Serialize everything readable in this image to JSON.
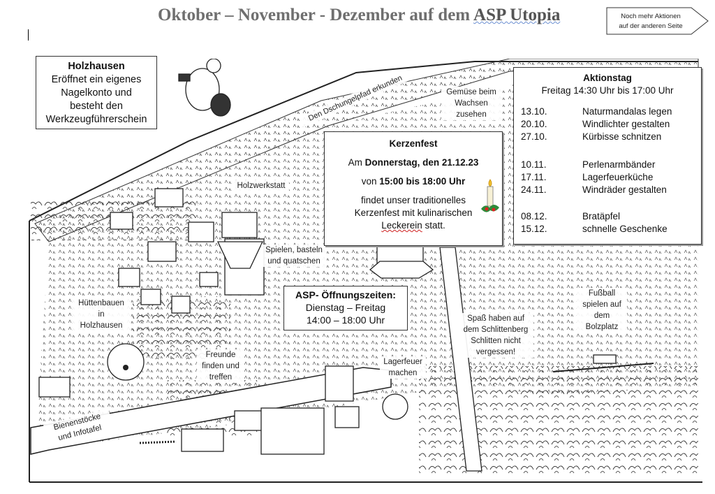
{
  "header": {
    "title_main": "Oktober – November - Dezember auf dem ",
    "title_asp": "ASP Utopia",
    "note_line1": "Noch mehr Aktionen",
    "note_line2": "auf der anderen Seite"
  },
  "holzhausen": {
    "title": "Holzhausen",
    "lines": [
      "Eröffnet ein eigenes",
      "Nagelkonto und",
      "besteht den",
      "Werkzeugführerschein"
    ]
  },
  "kerzenfest": {
    "title": "Kerzenfest",
    "date_prefix": "Am ",
    "date_bold": "Donnerstag, den 21.12.23",
    "time_prefix": "von ",
    "time_bold": "15:00 bis 18:00 Uhr",
    "text1": "findet unser traditionelles",
    "text2": "Kerzenfest mit kulinarischen",
    "text3_a": "Leckerein",
    "text3_b": " statt."
  },
  "aktionstag": {
    "title": "Aktionstag",
    "subtitle": "Freitag 14:30 Uhr bis 17:00 Uhr",
    "events": [
      {
        "date": "13.10.",
        "name": "Naturmandalas legen"
      },
      {
        "date": "20.10.",
        "name": "Windlichter gestalten"
      },
      {
        "date": "27.10.",
        "name": "Kürbisse schnitzen"
      },
      {
        "date": "10.11.",
        "name": "Perlenarmbänder"
      },
      {
        "date": "17.11.",
        "name": "Lagerfeuerküche"
      },
      {
        "date": "24.11.",
        "name": "Windräder gestalten"
      },
      {
        "date": "08.12.",
        "name": "Bratäpfel"
      },
      {
        "date": "15.12.",
        "name": "schnelle Geschenke"
      }
    ]
  },
  "oeffnungszeiten": {
    "title": "ASP- Öffnungszeiten:",
    "days": "Dienstag – Freitag",
    "hours": "14:00 – 18:00 Uhr"
  },
  "map_labels": {
    "dschungel": "Den Dschungelpfad erkunden",
    "gemuese": [
      "Gemüse beim",
      "Wachsen",
      "zusehen"
    ],
    "holzwerkstatt": "Holzwerkstatt",
    "spielen": [
      "Spielen, basteln",
      "und quatschen"
    ],
    "huettenbauen": [
      "Hüttenbauen",
      "in",
      "Holzhausen"
    ],
    "freunde": [
      "Freunde",
      "finden und",
      "treffen"
    ],
    "lagerfeuer": [
      "Lagerfeuer",
      "machen"
    ],
    "schlitten": [
      "Spaß haben auf",
      "dem Schlittenberg",
      "Schlitten nicht",
      "vergessen!"
    ],
    "fussball": [
      "Fußball",
      "spielen auf",
      "dem",
      "Bolzplatz"
    ],
    "bienen": [
      "Bienenstöcke",
      "und Infotafel"
    ]
  }
}
